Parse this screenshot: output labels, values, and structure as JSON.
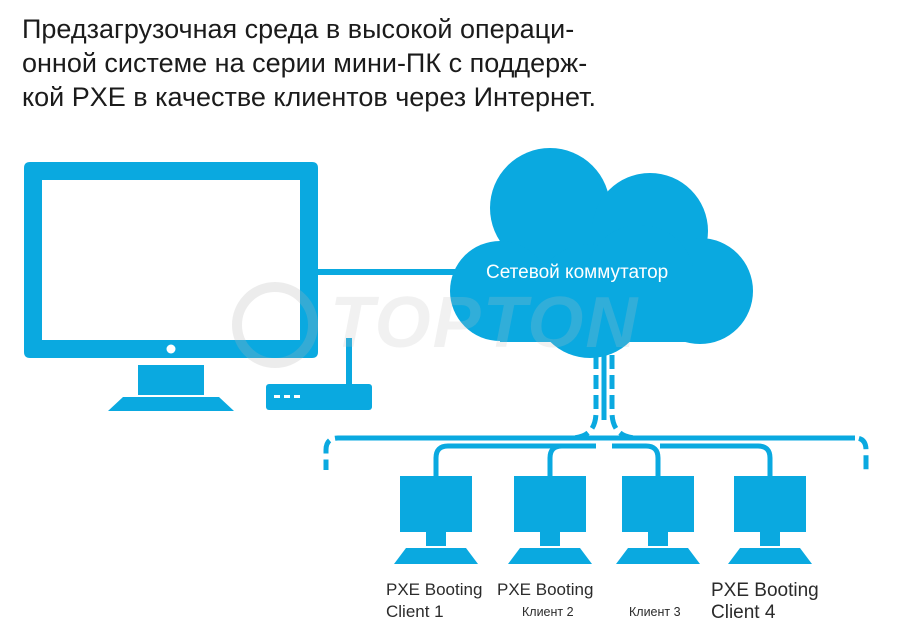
{
  "title": {
    "lines": [
      "Предзагрузочная среда в высокой операци-",
      "онной системе на серии мини-ПК с поддерж-",
      "кой PXE в качестве клиентов через Интернет."
    ]
  },
  "cloud": {
    "label": "Сетевой коммутатор"
  },
  "watermark": "TOPTON",
  "clients": [
    {
      "line1": "PXE Booting",
      "line2": "Client 1"
    },
    {
      "line1": "PXE Booting",
      "line2": "Клиент 2"
    },
    {
      "line1": "",
      "line2": "Клиент 3"
    },
    {
      "line1": "PXE Booting",
      "line2": "Client 4"
    }
  ],
  "colors": {
    "accent": "#0aa9e0",
    "text": "#1b1b1b",
    "background": "#ffffff"
  }
}
